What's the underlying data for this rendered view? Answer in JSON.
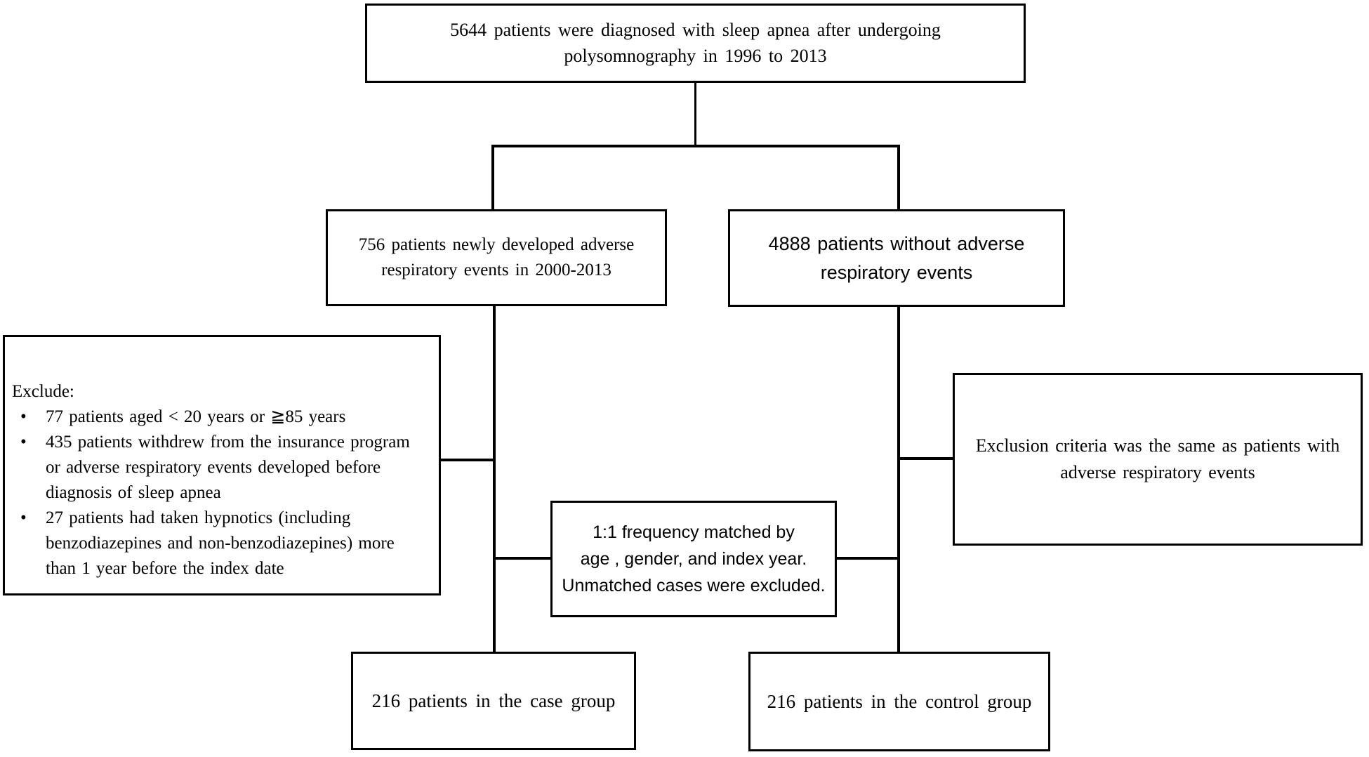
{
  "figure": {
    "type": "patient-flow-diagram",
    "colors": {
      "line": "#000000",
      "background": "#ffffff",
      "text": "#000000"
    },
    "top_box": {
      "text": "5644 patients were diagnosed with sleep apnea after undergoing polysomnography in 1996 to 2013"
    },
    "case_branch_box": {
      "text": "756 patients newly developed adverse respiratory events in 2000-2013"
    },
    "control_branch_box": {
      "text": "4888 patients without adverse respiratory events"
    },
    "exclude_box": {
      "title": "Exclude:",
      "bullet": "•",
      "items": [
        "77 patients aged < 20 years or ≧85 years",
        "435 patients withdrew from the insurance program or adverse respiratory events developed before diagnosis of sleep apnea",
        "27 patients had taken hypnotics (including benzodiazepines and non-benzodiazepines) more than 1 year before the index date"
      ]
    },
    "exclusion_right_box": {
      "text": "Exclusion criteria was the same as patients with adverse respiratory events"
    },
    "matching_box": {
      "lines": [
        "1:1 frequency matched by",
        "age , gender, and index year.",
        "Unmatched cases were excluded."
      ]
    },
    "case_group_box": {
      "text": "216 patients in the case group"
    },
    "control_group_box": {
      "text": "216 patients in the control group"
    }
  }
}
